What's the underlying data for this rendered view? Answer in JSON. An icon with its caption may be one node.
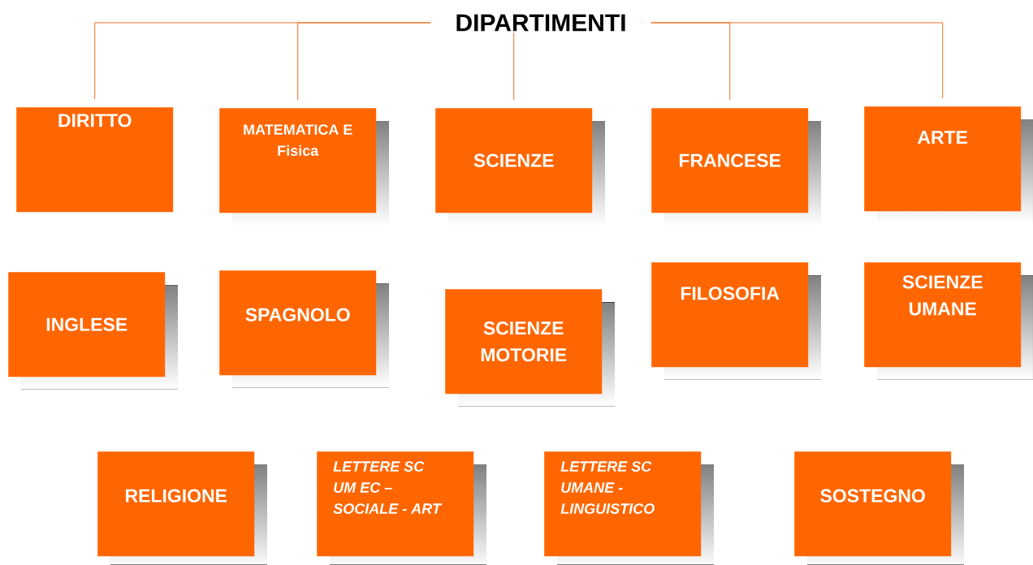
{
  "diagram": {
    "nodes": [
      {
        "text": [
          "DIPARTIMENTI"
        ]
      },
      {
        "text": [
          "DIRITTO"
        ]
      },
      {
        "text": [
          "MATEMATICA E Fisica"
        ]
      },
      {
        "text": [
          "SCIENZE"
        ]
      },
      {
        "text": [
          "FRANCESE"
        ]
      },
      {
        "text": [
          "ARTE"
        ]
      },
      {
        "text": [
          "INGLESE"
        ]
      },
      {
        "text": [
          "SPAGNOLO"
        ]
      },
      {
        "text": [
          "SCIENZE MOTORIE"
        ]
      },
      {
        "text": [
          "FILOSOFIA"
        ]
      },
      {
        "text": [
          "SCIENZE UMANE"
        ]
      },
      {
        "text": [
          "RELIGIONE"
        ]
      },
      {
        "text": [
          "LETTERE SC UM EC – SOCIALE - ART"
        ]
      },
      {
        "text": [
          "LETTERE SC UMANE - LINGUISTICO"
        ]
      },
      {
        "text": [
          "SOSTEGNO"
        ]
      }
    ],
    "edges": [
      {
        "from": 0,
        "to": 1,
        "arrow": "none"
      },
      {
        "from": 0,
        "to": 2,
        "arrow": "none"
      },
      {
        "from": 0,
        "to": 3,
        "arrow": "none"
      },
      {
        "from": 0,
        "to": 4,
        "arrow": "none"
      },
      {
        "from": 0,
        "to": 5,
        "arrow": "none"
      }
    ]
  }
}
